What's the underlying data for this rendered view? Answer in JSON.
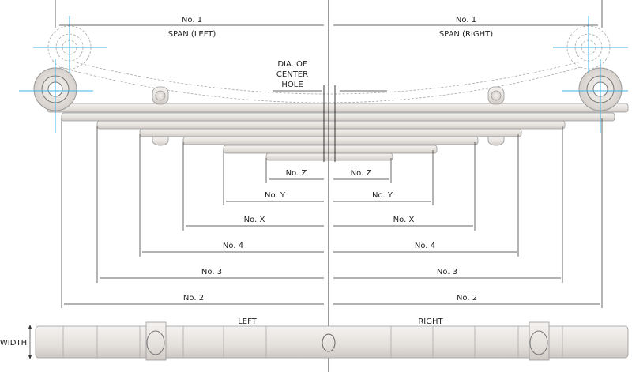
{
  "labels": {
    "no1_left": "No. 1",
    "span_left": "SPAN (LEFT)",
    "no1_right": "No. 1",
    "span_right": "SPAN (RIGHT)",
    "center_hole_1": "DIA. OF",
    "center_hole_2": "CENTER",
    "center_hole_3": "HOLE",
    "noz_left": "No. Z",
    "noz_right": "No. Z",
    "noy_left": "No. Y",
    "noy_right": "No. Y",
    "nox_left": "No. X",
    "nox_right": "No. X",
    "no4_left": "No. 4",
    "no4_right": "No. 4",
    "no3_left": "No. 3",
    "no3_right": "No. 3",
    "no2_left": "No. 2",
    "no2_right": "No. 2",
    "left": "LEFT",
    "right": "RIGHT",
    "width": "WIDTH"
  },
  "colors": {
    "centerline": "#3cb4e6",
    "leaf": "#e6e2de"
  }
}
